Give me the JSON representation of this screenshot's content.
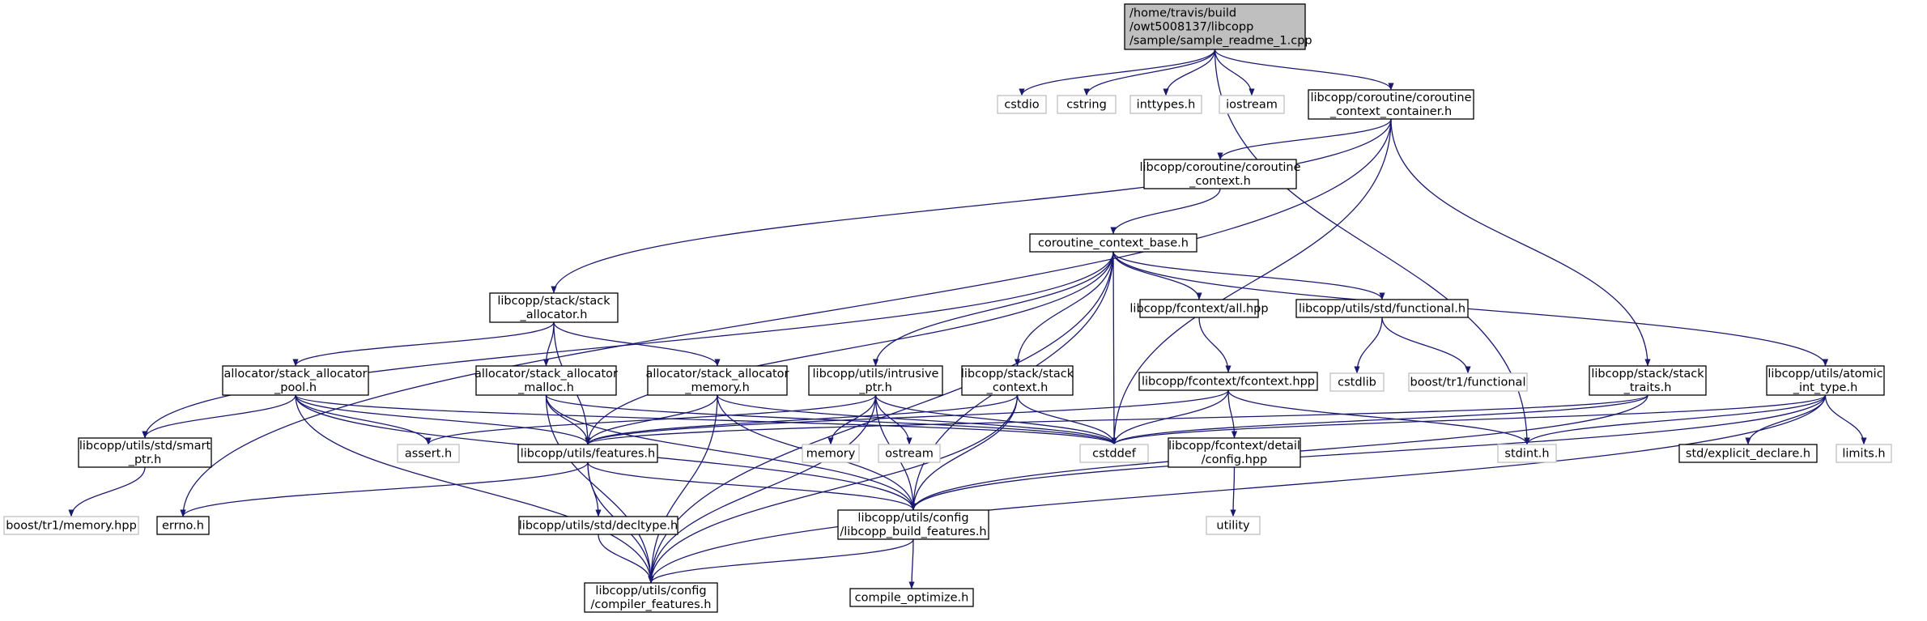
{
  "colors": {
    "edge": "#191970",
    "focus_fill": "#bfbfbf",
    "documented_border": "#000000",
    "external_border": "#bfbfbf",
    "external_text": "#000000"
  },
  "nodes": [
    {
      "id": "root",
      "kind": "focus",
      "lines": [
        "/home/travis/build",
        "/owt5008137/libcopp",
        "/sample/sample_readme_1.cpp"
      ]
    },
    {
      "id": "cstdio",
      "kind": "external",
      "lines": [
        "cstdio"
      ]
    },
    {
      "id": "cstring",
      "kind": "external",
      "lines": [
        "cstring"
      ]
    },
    {
      "id": "inttypes",
      "kind": "external",
      "lines": [
        "inttypes.h"
      ]
    },
    {
      "id": "iostream",
      "kind": "external",
      "lines": [
        "iostream"
      ]
    },
    {
      "id": "ctxcontainer",
      "kind": "documented",
      "lines": [
        "libcopp/coroutine/coroutine",
        "_context_container.h"
      ]
    },
    {
      "id": "ctx",
      "kind": "documented",
      "lines": [
        "libcopp/coroutine/coroutine",
        "_context.h"
      ]
    },
    {
      "id": "ctxbase",
      "kind": "documented",
      "lines": [
        "coroutine_context_base.h"
      ]
    },
    {
      "id": "stackalloc",
      "kind": "documented",
      "lines": [
        "libcopp/stack/stack",
        "_allocator.h"
      ]
    },
    {
      "id": "fctxall",
      "kind": "documented",
      "lines": [
        "libcopp/fcontext/all.hpp"
      ]
    },
    {
      "id": "functional",
      "kind": "documented",
      "lines": [
        "libcopp/utils/std/functional.h"
      ]
    },
    {
      "id": "cstdlib",
      "kind": "external",
      "lines": [
        "cstdlib"
      ]
    },
    {
      "id": "boostfunc",
      "kind": "external",
      "lines": [
        "boost/tr1/functional"
      ]
    },
    {
      "id": "pool",
      "kind": "documented",
      "lines": [
        "allocator/stack_allocator",
        "_pool.h"
      ]
    },
    {
      "id": "malloc",
      "kind": "documented",
      "lines": [
        "allocator/stack_allocator",
        "_malloc.h"
      ]
    },
    {
      "id": "memoryh",
      "kind": "documented",
      "lines": [
        "allocator/stack_allocator",
        "_memory.h"
      ]
    },
    {
      "id": "intrusive",
      "kind": "documented",
      "lines": [
        "libcopp/utils/intrusive",
        "_ptr.h"
      ]
    },
    {
      "id": "stackctx",
      "kind": "documented",
      "lines": [
        "libcopp/stack/stack",
        "_context.h"
      ]
    },
    {
      "id": "fcontexthpp",
      "kind": "documented",
      "lines": [
        "libcopp/fcontext/fcontext.hpp"
      ]
    },
    {
      "id": "stacktraits",
      "kind": "documented",
      "lines": [
        "libcopp/stack/stack",
        "_traits.h"
      ]
    },
    {
      "id": "atomic",
      "kind": "documented",
      "lines": [
        "libcopp/utils/atomic",
        "_int_type.h"
      ]
    },
    {
      "id": "smartptr",
      "kind": "documented",
      "lines": [
        "libcopp/utils/std/smart",
        "_ptr.h"
      ]
    },
    {
      "id": "asserth",
      "kind": "external",
      "lines": [
        "assert.h"
      ]
    },
    {
      "id": "features",
      "kind": "documented",
      "lines": [
        "libcopp/utils/features.h"
      ]
    },
    {
      "id": "memory",
      "kind": "external",
      "lines": [
        "memory"
      ]
    },
    {
      "id": "ostream",
      "kind": "external",
      "lines": [
        "ostream"
      ]
    },
    {
      "id": "cstddef",
      "kind": "external",
      "lines": [
        "cstddef"
      ]
    },
    {
      "id": "detailconfig",
      "kind": "documented",
      "lines": [
        "libcopp/fcontext/detail",
        "/config.hpp"
      ]
    },
    {
      "id": "stdint",
      "kind": "external",
      "lines": [
        "stdint.h"
      ]
    },
    {
      "id": "explicitdecl",
      "kind": "documented",
      "lines": [
        "std/explicit_declare.h"
      ]
    },
    {
      "id": "limits",
      "kind": "external",
      "lines": [
        "limits.h"
      ]
    },
    {
      "id": "boostmem",
      "kind": "external",
      "lines": [
        "boost/tr1/memory.hpp"
      ]
    },
    {
      "id": "errno",
      "kind": "documented",
      "lines": [
        "errno.h"
      ]
    },
    {
      "id": "decltype",
      "kind": "documented",
      "lines": [
        "libcopp/utils/std/decltype.h"
      ]
    },
    {
      "id": "buildfeat",
      "kind": "documented",
      "lines": [
        "libcopp/utils/config",
        "/libcopp_build_features.h"
      ]
    },
    {
      "id": "utility",
      "kind": "external",
      "lines": [
        "utility"
      ]
    },
    {
      "id": "compilerfeat",
      "kind": "documented",
      "lines": [
        "libcopp/utils/config",
        "/compiler_features.h"
      ]
    },
    {
      "id": "compileopt",
      "kind": "documented",
      "lines": [
        "compile_optimize.h"
      ]
    }
  ],
  "edges": [
    [
      "root",
      "cstdio"
    ],
    [
      "root",
      "cstring"
    ],
    [
      "root",
      "inttypes"
    ],
    [
      "root",
      "iostream"
    ],
    [
      "root",
      "ctxcontainer"
    ],
    [
      "root",
      "stdint"
    ],
    [
      "ctxcontainer",
      "ctx"
    ],
    [
      "ctxcontainer",
      "stackalloc"
    ],
    [
      "ctxcontainer",
      "stacktraits"
    ],
    [
      "ctxcontainer",
      "errno"
    ],
    [
      "ctxcontainer",
      "cstddef"
    ],
    [
      "ctx",
      "ctxbase"
    ],
    [
      "ctxbase",
      "fctxall"
    ],
    [
      "ctxbase",
      "functional"
    ],
    [
      "ctxbase",
      "intrusive"
    ],
    [
      "ctxbase",
      "stackctx"
    ],
    [
      "ctxbase",
      "atomic"
    ],
    [
      "ctxbase",
      "smartptr"
    ],
    [
      "ctxbase",
      "features"
    ],
    [
      "ctxbase",
      "cstddef"
    ],
    [
      "ctxbase",
      "compilerfeat"
    ],
    [
      "ctxbase",
      "buildfeat"
    ],
    [
      "functional",
      "cstdlib"
    ],
    [
      "functional",
      "boostfunc"
    ],
    [
      "fctxall",
      "fcontexthpp"
    ],
    [
      "stackalloc",
      "pool"
    ],
    [
      "stackalloc",
      "malloc"
    ],
    [
      "stackalloc",
      "memoryh"
    ],
    [
      "stackalloc",
      "features"
    ],
    [
      "pool",
      "smartptr"
    ],
    [
      "pool",
      "asserth"
    ],
    [
      "pool",
      "features"
    ],
    [
      "pool",
      "cstddef"
    ],
    [
      "pool",
      "buildfeat"
    ],
    [
      "pool",
      "compilerfeat"
    ],
    [
      "malloc",
      "features"
    ],
    [
      "malloc",
      "cstddef"
    ],
    [
      "malloc",
      "buildfeat"
    ],
    [
      "malloc",
      "compilerfeat"
    ],
    [
      "memoryh",
      "features"
    ],
    [
      "memoryh",
      "cstddef"
    ],
    [
      "memoryh",
      "buildfeat"
    ],
    [
      "memoryh",
      "compilerfeat"
    ],
    [
      "intrusive",
      "asserth"
    ],
    [
      "intrusive",
      "memory"
    ],
    [
      "intrusive",
      "ostream"
    ],
    [
      "intrusive",
      "cstddef"
    ],
    [
      "intrusive",
      "buildfeat"
    ],
    [
      "intrusive",
      "compilerfeat"
    ],
    [
      "stackctx",
      "features"
    ],
    [
      "stackctx",
      "cstddef"
    ],
    [
      "stackctx",
      "buildfeat"
    ],
    [
      "stackctx",
      "compilerfeat"
    ],
    [
      "fcontexthpp",
      "detailconfig"
    ],
    [
      "fcontexthpp",
      "cstddef"
    ],
    [
      "fcontexthpp",
      "stdint"
    ],
    [
      "fcontexthpp",
      "features"
    ],
    [
      "detailconfig",
      "utility"
    ],
    [
      "stacktraits",
      "cstddef"
    ],
    [
      "stacktraits",
      "features"
    ],
    [
      "stacktraits",
      "buildfeat"
    ],
    [
      "atomic",
      "stdint"
    ],
    [
      "atomic",
      "explicitdecl"
    ],
    [
      "atomic",
      "limits"
    ],
    [
      "atomic",
      "cstddef"
    ],
    [
      "atomic",
      "buildfeat"
    ],
    [
      "atomic",
      "compilerfeat"
    ],
    [
      "smartptr",
      "boostmem"
    ],
    [
      "features",
      "decltype"
    ],
    [
      "features",
      "buildfeat"
    ],
    [
      "features",
      "compilerfeat"
    ],
    [
      "features",
      "errno"
    ],
    [
      "decltype",
      "compilerfeat"
    ],
    [
      "buildfeat",
      "compilerfeat"
    ],
    [
      "buildfeat",
      "compileopt"
    ]
  ]
}
